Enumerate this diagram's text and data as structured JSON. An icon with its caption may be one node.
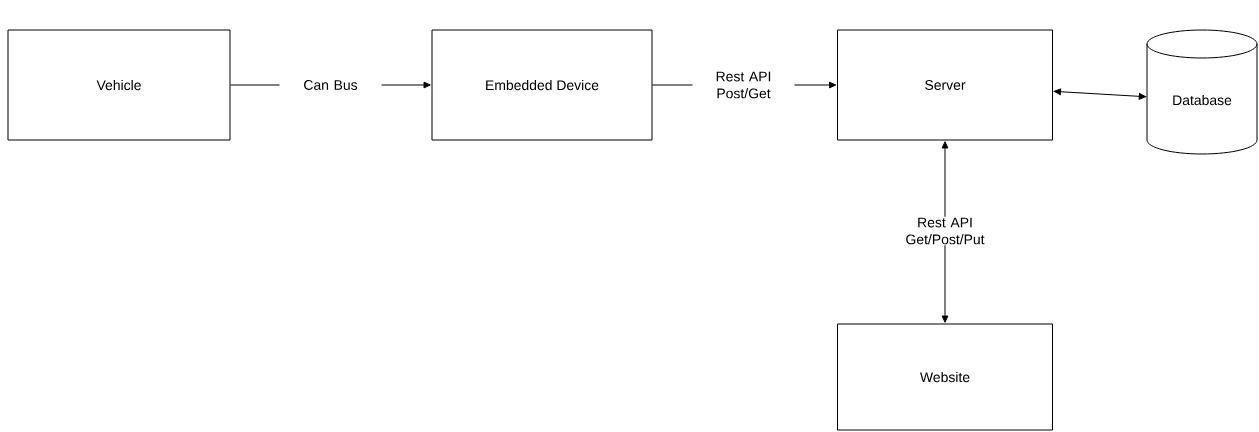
{
  "diagram": {
    "nodes": [
      {
        "text": [
          "Vehicle"
        ]
      },
      {
        "text": [
          "Embedded Device"
        ]
      },
      {
        "text": [
          "Server"
        ]
      },
      {
        "text": [
          "Database"
        ]
      },
      {
        "text": [
          "Website"
        ]
      }
    ],
    "edges": [
      {
        "from": 0,
        "to": 1,
        "arrow": "to",
        "label": "Can Bus"
      },
      {
        "from": 1,
        "to": 2,
        "arrow": "to",
        "label": "Rest API Post/Get"
      },
      {
        "from": 2,
        "to": 3,
        "arrow": "both"
      },
      {
        "from": 2,
        "to": 4,
        "arrow": "both",
        "label": "Rest API Get/Post/Put"
      }
    ]
  }
}
